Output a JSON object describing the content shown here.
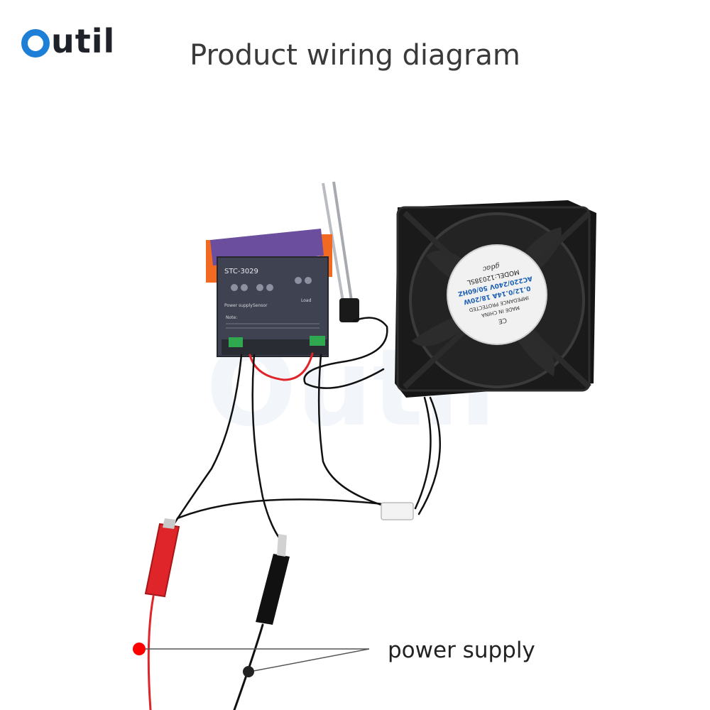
{
  "brand": {
    "name": "util",
    "watermark": "Outil"
  },
  "title": "Product wiring diagram",
  "controller": {
    "model": "STC-3029",
    "terminal_labels": [
      "Power supply",
      "Sensor",
      "Load"
    ],
    "note_label": "Note:"
  },
  "fan": {
    "brand": "gdac",
    "model": "MODEL:12038SL",
    "rating_line1": "AC220/240V 50/60HZ",
    "rating_line2": "0.12/0.14A 18/20W",
    "line3": "IMPEDANCE PROTECTED",
    "line4": "MADE IN CHINA",
    "ce_mark": "CE"
  },
  "annotation": {
    "text": "power supply"
  },
  "colors": {
    "accent": "#1d7fd6",
    "red_wire": "#e0252a",
    "black_wire": "#111111",
    "marker": "#ff0000"
  }
}
